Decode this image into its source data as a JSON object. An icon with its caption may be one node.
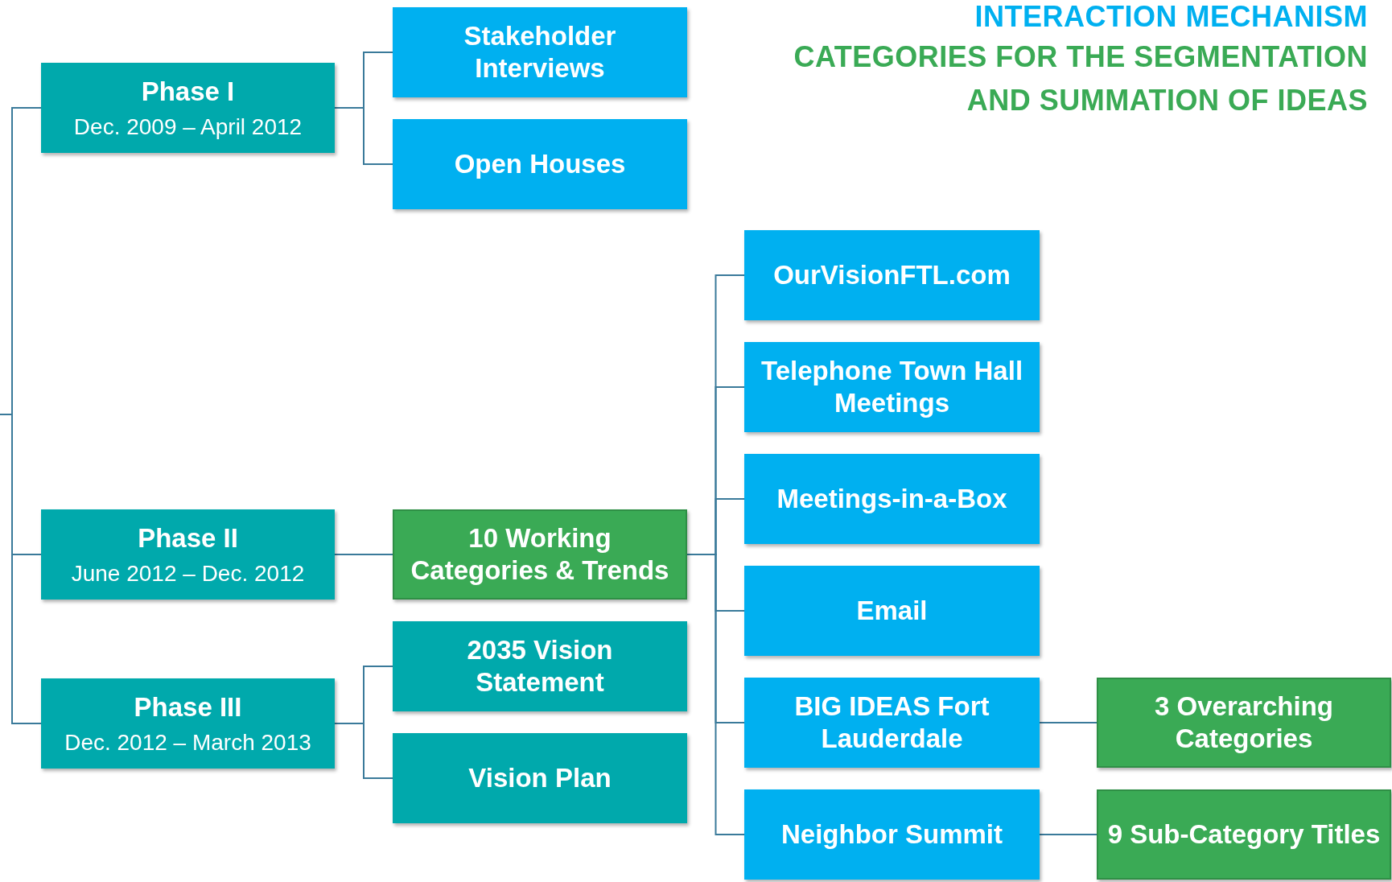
{
  "diagram": {
    "nodes": [
      {
        "text": [
          "Phase I",
          "Dec. 2009 – April 2012"
        ]
      },
      {
        "text": [
          "Stakeholder Interviews"
        ]
      },
      {
        "text": [
          "Open Houses"
        ]
      },
      {
        "text": [
          "Phase II",
          "June 2012 – Dec. 2012"
        ]
      },
      {
        "text": [
          "10 Working Categories & Trends"
        ]
      },
      {
        "text": [
          "Phase III",
          "Dec. 2012 – March 2013"
        ]
      },
      {
        "text": [
          "2035 Vision Statement"
        ]
      },
      {
        "text": [
          "Vision Plan"
        ]
      },
      {
        "text": [
          "OurVisionFTL.com"
        ]
      },
      {
        "text": [
          "Telephone Town Hall Meetings"
        ]
      },
      {
        "text": [
          "Meetings-in-a-Box"
        ]
      },
      {
        "text": [
          "Email"
        ]
      },
      {
        "text": [
          "BIG IDEAS Fort Lauderdale"
        ]
      },
      {
        "text": [
          "Neighbor Summit"
        ]
      },
      {
        "text": [
          "3 Overarching Categories"
        ]
      },
      {
        "text": [
          "9 Sub-Category Titles"
        ]
      }
    ],
    "edges": [
      {
        "from": null,
        "to": 0,
        "arrow": "none"
      },
      {
        "from": null,
        "to": 3,
        "arrow": "none"
      },
      {
        "from": null,
        "to": 5,
        "arrow": "none"
      },
      {
        "from": 0,
        "to": 1,
        "arrow": "none"
      },
      {
        "from": 0,
        "to": 2,
        "arrow": "none"
      },
      {
        "from": 3,
        "to": 4,
        "arrow": "none"
      },
      {
        "from": 5,
        "to": 6,
        "arrow": "none"
      },
      {
        "from": 5,
        "to": 7,
        "arrow": "none"
      },
      {
        "from": 4,
        "to": 8,
        "arrow": "none"
      },
      {
        "from": 4,
        "to": 9,
        "arrow": "none"
      },
      {
        "from": 4,
        "to": 10,
        "arrow": "none"
      },
      {
        "from": 4,
        "to": 11,
        "arrow": "none"
      },
      {
        "from": 4,
        "to": 12,
        "arrow": "none"
      },
      {
        "from": 4,
        "to": 13,
        "arrow": "none"
      },
      {
        "from": 12,
        "to": 14,
        "arrow": "none"
      },
      {
        "from": 13,
        "to": 15,
        "arrow": "none"
      }
    ],
    "labels": [
      "INTERACTION MECHANISM",
      "CATEGORIES FOR THE SEGMENTATION AND SUMMATION OF IDEAS"
    ]
  }
}
